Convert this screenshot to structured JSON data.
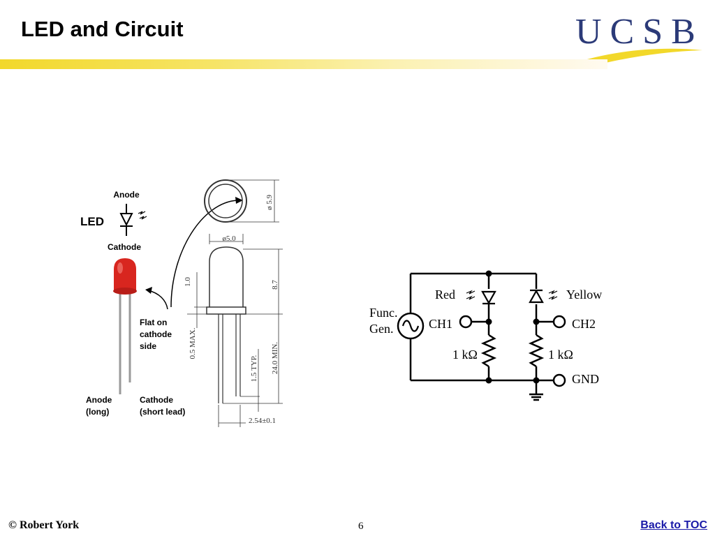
{
  "slide": {
    "title": "LED and Circuit",
    "page_number": "6",
    "footer_author": "©  Robert York",
    "back_link": "Back to TOC"
  },
  "logo": {
    "text": "UCSB",
    "brand_color": "#2b3a78",
    "swoosh_color": "#f2d82a"
  },
  "led_symbol": {
    "anode": "Anode",
    "cathode": "Cathode",
    "label": "LED"
  },
  "led_photo": {
    "flat_note": [
      "Flat on",
      "cathode",
      "side"
    ],
    "anode_lead": [
      "Anode",
      "(long)"
    ],
    "cathode_lead": [
      "Cathode",
      "(short lead)"
    ],
    "body_color": "#d8261f"
  },
  "drawing": {
    "diameter_top": "ø 5.9",
    "diameter_body": "ø5.0",
    "height": "8.7",
    "flange": "1.0",
    "lead_max": "0.5 MAX.",
    "lead_typ": "1.5 TYP.",
    "lead_min": "24.0 MIN.",
    "spacing": "2.54±0.1"
  },
  "circuit": {
    "source": [
      "Func.",
      "Gen."
    ],
    "ch1": "CH1",
    "ch2": "CH2",
    "gnd": "GND",
    "red_led": "Red",
    "yellow_led": "Yellow",
    "r1": "1 kΩ",
    "r2": "1 kΩ"
  }
}
